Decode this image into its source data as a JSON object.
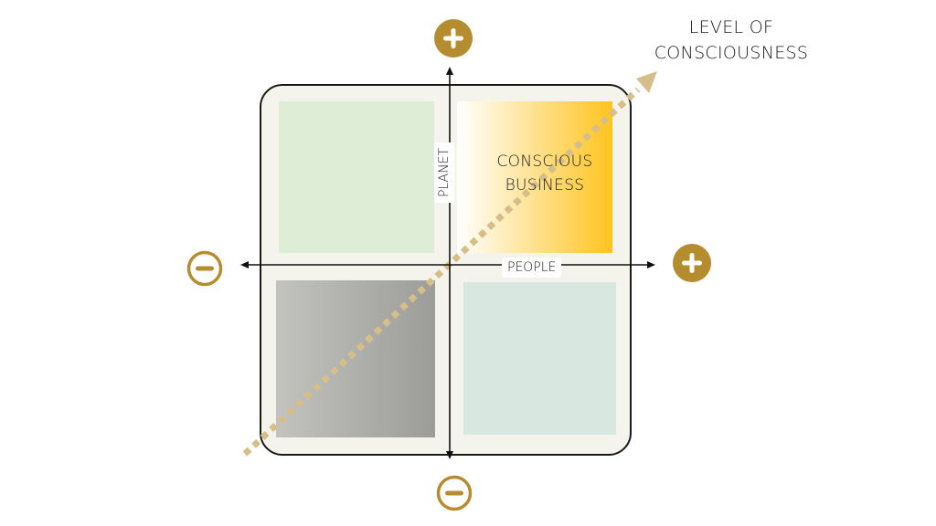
{
  "diagram": {
    "consciousness_axis": {
      "label_line1": "LEVEL OF",
      "label_line2": "CONSCIOUSNESS"
    },
    "horizontal_axis": {
      "label": "PEOPLE"
    },
    "vertical_axis": {
      "label": "PLANET"
    },
    "quadrants": {
      "top_right": {
        "label_line1": "CONSCIOUS",
        "label_line2": "BUSINESS"
      }
    },
    "colors": {
      "accent_gold": "#B58C2E",
      "dotted_arrow": "#D6BE8A",
      "panel_background": "#F4F4EC",
      "top_left": "#DDEDD6",
      "top_right_start": "#FFFFFF",
      "top_right_end": "#FFC41F",
      "bottom_left_start": "#C2C2BE",
      "bottom_left_end": "#9C9C98",
      "bottom_right": "#D8E7E0"
    },
    "icons": {
      "top": "plus-circle-icon",
      "right": "plus-circle-icon",
      "left": "minus-circle-icon",
      "bottom": "minus-circle-icon"
    }
  }
}
